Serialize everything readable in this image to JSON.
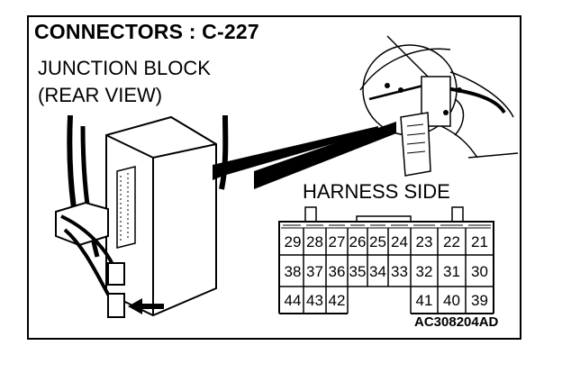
{
  "diagram": {
    "title": "CONNECTORS : C-227",
    "junction_label_line1": "JUNCTION BLOCK",
    "junction_label_line2": "(REAR VIEW)",
    "harness_label": "HARNESS SIDE",
    "figure_code": "AC308204AD",
    "connector": {
      "row1": [
        "29",
        "28",
        "27",
        "26",
        "25",
        "24",
        "23",
        "22",
        "21"
      ],
      "row2": [
        "38",
        "37",
        "36",
        "35",
        "34",
        "33",
        "32",
        "31",
        "30"
      ],
      "row3_left": [
        "44",
        "43",
        "42"
      ],
      "row3_right": [
        "41",
        "40",
        "39"
      ]
    }
  }
}
